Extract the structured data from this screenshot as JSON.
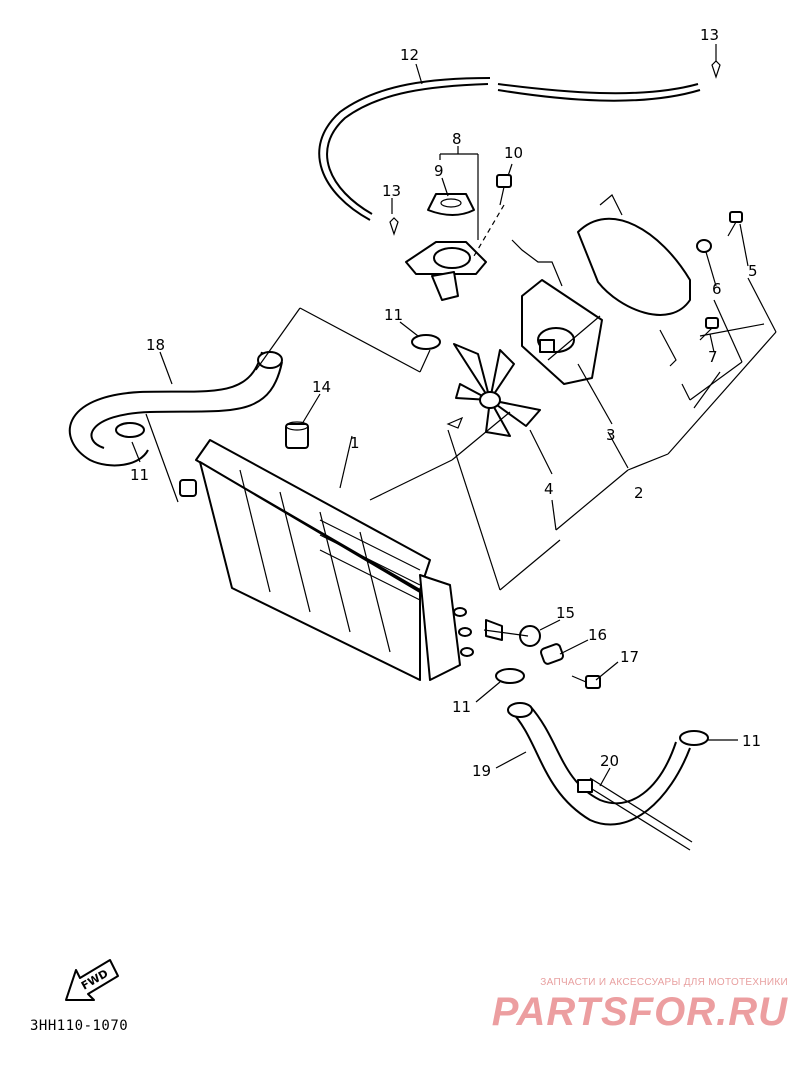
{
  "callouts": [
    "1",
    "2",
    "3",
    "4",
    "5",
    "6",
    "7",
    "8",
    "9",
    "10",
    "11",
    "12",
    "13",
    "14",
    "15",
    "16",
    "17",
    "18",
    "19",
    "20"
  ],
  "fwd_label": "FWD",
  "catalog_code": "3HH110-1070",
  "watermark": {
    "caption": "ЗАПЧАСТИ И АКСЕССУАРЫ ДЛЯ МОТОТЕХНИКИ",
    "logo": "PARTSFOR.RU",
    "color": "#ec9ea0"
  }
}
